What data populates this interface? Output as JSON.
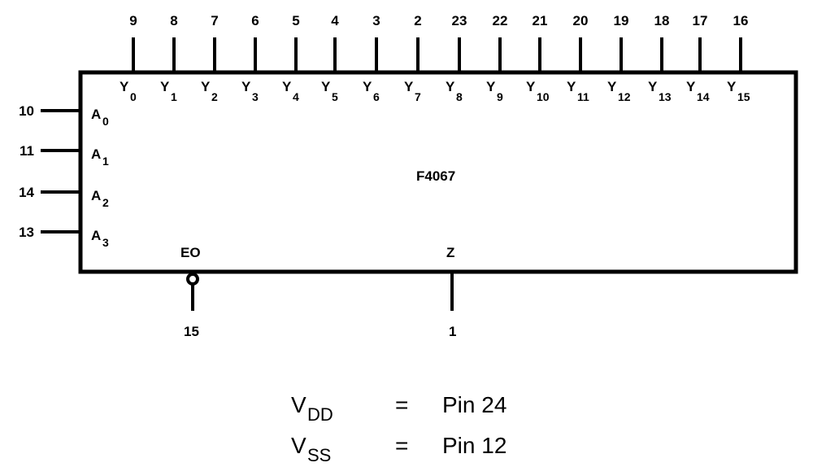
{
  "chip": {
    "name": "F4067"
  },
  "outputs": [
    {
      "pin": "9",
      "label": "Y",
      "sub": "0"
    },
    {
      "pin": "8",
      "label": "Y",
      "sub": "1"
    },
    {
      "pin": "7",
      "label": "Y",
      "sub": "2"
    },
    {
      "pin": "6",
      "label": "Y",
      "sub": "3"
    },
    {
      "pin": "5",
      "label": "Y",
      "sub": "4"
    },
    {
      "pin": "4",
      "label": "Y",
      "sub": "5"
    },
    {
      "pin": "3",
      "label": "Y",
      "sub": "6"
    },
    {
      "pin": "2",
      "label": "Y",
      "sub": "7"
    },
    {
      "pin": "23",
      "label": "Y",
      "sub": "8"
    },
    {
      "pin": "22",
      "label": "Y",
      "sub": "9"
    },
    {
      "pin": "21",
      "label": "Y",
      "sub": "10"
    },
    {
      "pin": "20",
      "label": "Y",
      "sub": "11"
    },
    {
      "pin": "19",
      "label": "Y",
      "sub": "12"
    },
    {
      "pin": "18",
      "label": "Y",
      "sub": "13"
    },
    {
      "pin": "17",
      "label": "Y",
      "sub": "14"
    },
    {
      "pin": "16",
      "label": "Y",
      "sub": "15"
    }
  ],
  "inputs": [
    {
      "pin": "10",
      "label": "A",
      "sub": "0"
    },
    {
      "pin": "11",
      "label": "A",
      "sub": "1"
    },
    {
      "pin": "14",
      "label": "A",
      "sub": "2"
    },
    {
      "pin": "13",
      "label": "A",
      "sub": "3"
    }
  ],
  "enable": {
    "label": "EO",
    "pin": "15"
  },
  "common": {
    "label": "Z",
    "pin": "1"
  },
  "power": [
    {
      "name": "V",
      "sub": "DD",
      "eq": "=",
      "value": "Pin 24"
    },
    {
      "name": "V",
      "sub": "SS",
      "eq": "=",
      "value": "Pin 12"
    }
  ]
}
